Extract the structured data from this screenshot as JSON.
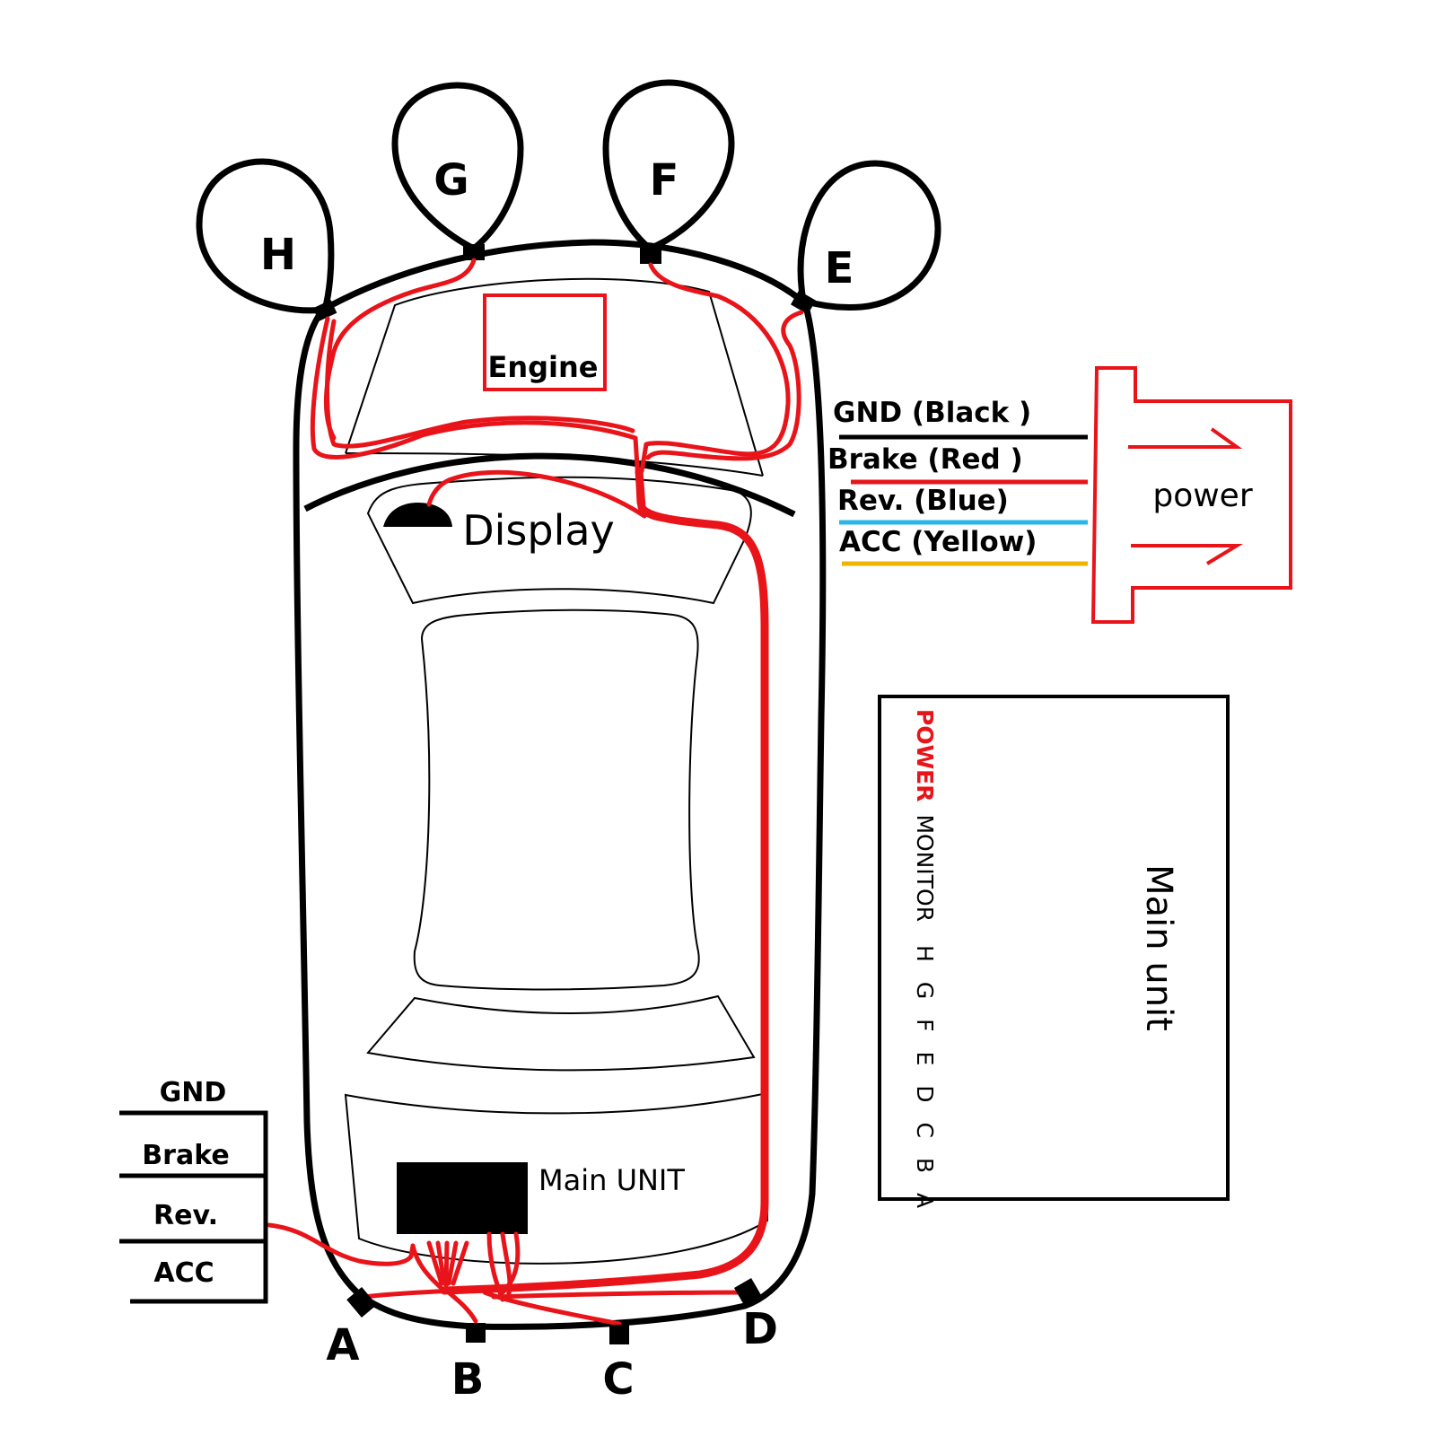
{
  "sensors": {
    "front": [
      "H",
      "G",
      "F",
      "E"
    ],
    "rear": [
      "A",
      "B",
      "C",
      "D"
    ]
  },
  "labels": {
    "engine": "Engine",
    "display": "Display",
    "main_unit_car": "Main UNIT",
    "main_unit_box": "Main unit",
    "power": "power"
  },
  "power_wires": [
    {
      "label": "GND (Black )",
      "color": "#000000"
    },
    {
      "label": "Brake (Red )",
      "color": "#e8141a"
    },
    {
      "label": "Rev. (Blue)",
      "color": "#29b6e8"
    },
    {
      "label": "ACC (Yellow)",
      "color": "#f0b400"
    }
  ],
  "left_wires": [
    "GND",
    "Brake",
    "Rev.",
    "ACC"
  ],
  "main_box": {
    "power_word": "POWER",
    "monitor_word": "MONITOR",
    "ports": [
      "H",
      "G",
      "F",
      "E",
      "D",
      "C",
      "B",
      "A"
    ]
  },
  "colors": {
    "wire_red": "#e8141a",
    "outline": "#000000"
  }
}
